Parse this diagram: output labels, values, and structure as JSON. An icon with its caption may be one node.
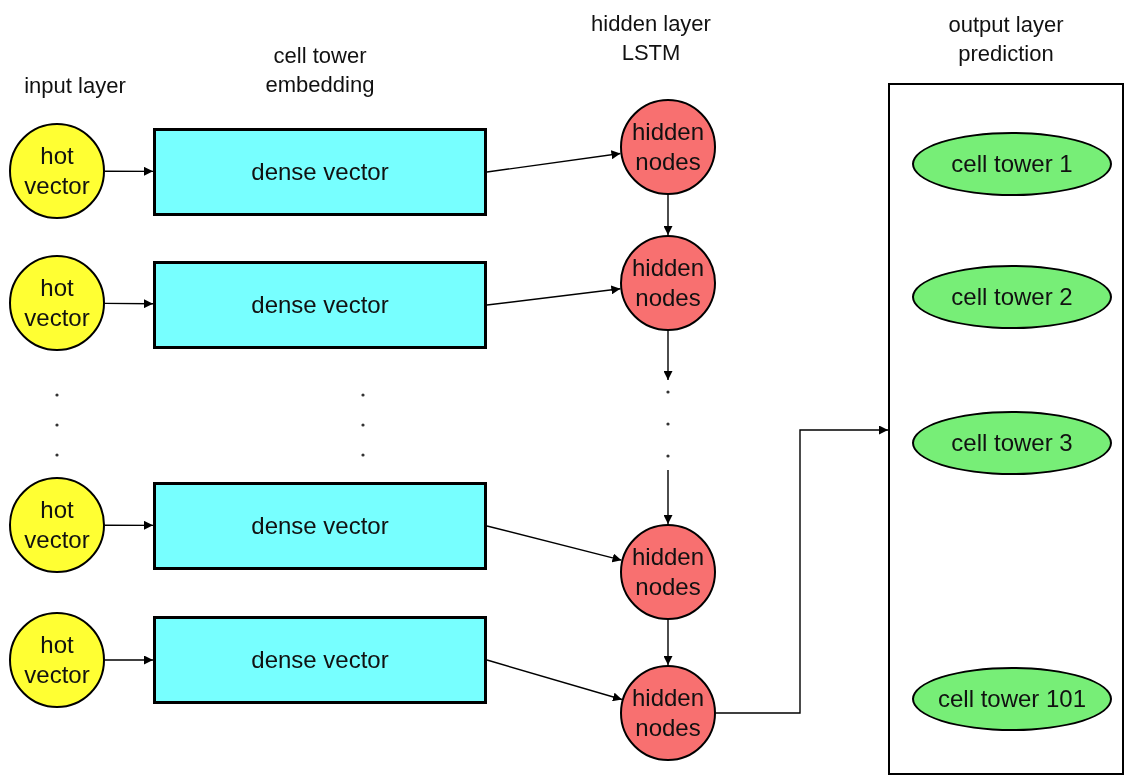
{
  "diagram": {
    "nodes": [
      {
        "text": [
          "hot vector"
        ]
      },
      {
        "text": [
          "hot vector"
        ]
      },
      {
        "text": [
          "hot vector"
        ]
      },
      {
        "text": [
          "hot vector"
        ]
      },
      {
        "text": [
          "dense vector"
        ]
      },
      {
        "text": [
          "dense vector"
        ]
      },
      {
        "text": [
          "dense vector"
        ]
      },
      {
        "text": [
          "dense vector"
        ]
      },
      {
        "text": [
          "hidden nodes"
        ]
      },
      {
        "text": [
          "hidden nodes"
        ]
      },
      {
        "text": [
          "hidden nodes"
        ]
      },
      {
        "text": [
          "hidden nodes"
        ]
      },
      {
        "text": [
          "output layer prediction"
        ]
      },
      {
        "text": [
          "cell tower 1"
        ],
        "in": 12
      },
      {
        "text": [
          "cell tower 2"
        ],
        "in": 12
      },
      {
        "text": [
          "cell tower 3"
        ],
        "in": 12
      },
      {
        "text": [
          "cell tower 101"
        ],
        "in": 12
      }
    ],
    "edges": [
      {
        "from": 0,
        "to": 4,
        "arrow": "to"
      },
      {
        "from": 1,
        "to": 5,
        "arrow": "to"
      },
      {
        "from": 2,
        "to": 6,
        "arrow": "to"
      },
      {
        "from": 3,
        "to": 7,
        "arrow": "to"
      },
      {
        "from": 4,
        "to": 8,
        "arrow": "to"
      },
      {
        "from": 5,
        "to": 9,
        "arrow": "to"
      },
      {
        "from": 6,
        "to": 10,
        "arrow": "to"
      },
      {
        "from": 7,
        "to": 11,
        "arrow": "to"
      },
      {
        "from": 8,
        "to": 9,
        "arrow": "to"
      },
      {
        "from": 9,
        "to": null,
        "arrow": "to"
      },
      {
        "from": null,
        "to": 10,
        "arrow": "to"
      },
      {
        "from": 10,
        "to": 11,
        "arrow": "to"
      },
      {
        "from": 11,
        "to": 12,
        "arrow": "to"
      }
    ],
    "labels": [
      "input layer",
      "cell tower embedding",
      "hidden layer LSTM"
    ]
  }
}
